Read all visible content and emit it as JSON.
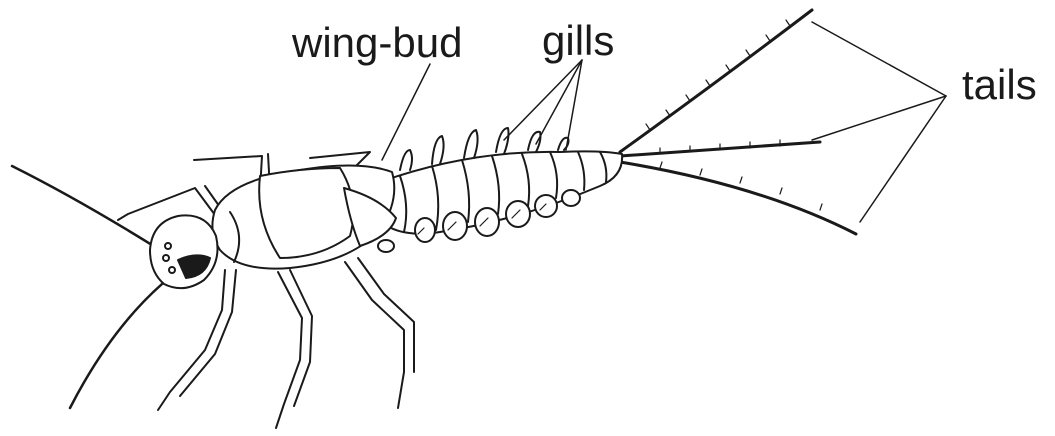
{
  "labels": {
    "wing_bud": "wing-bud",
    "gills": "gills",
    "tails": "tails"
  },
  "colors": {
    "ink": "#1a1a1a",
    "background": "#ffffff"
  }
}
